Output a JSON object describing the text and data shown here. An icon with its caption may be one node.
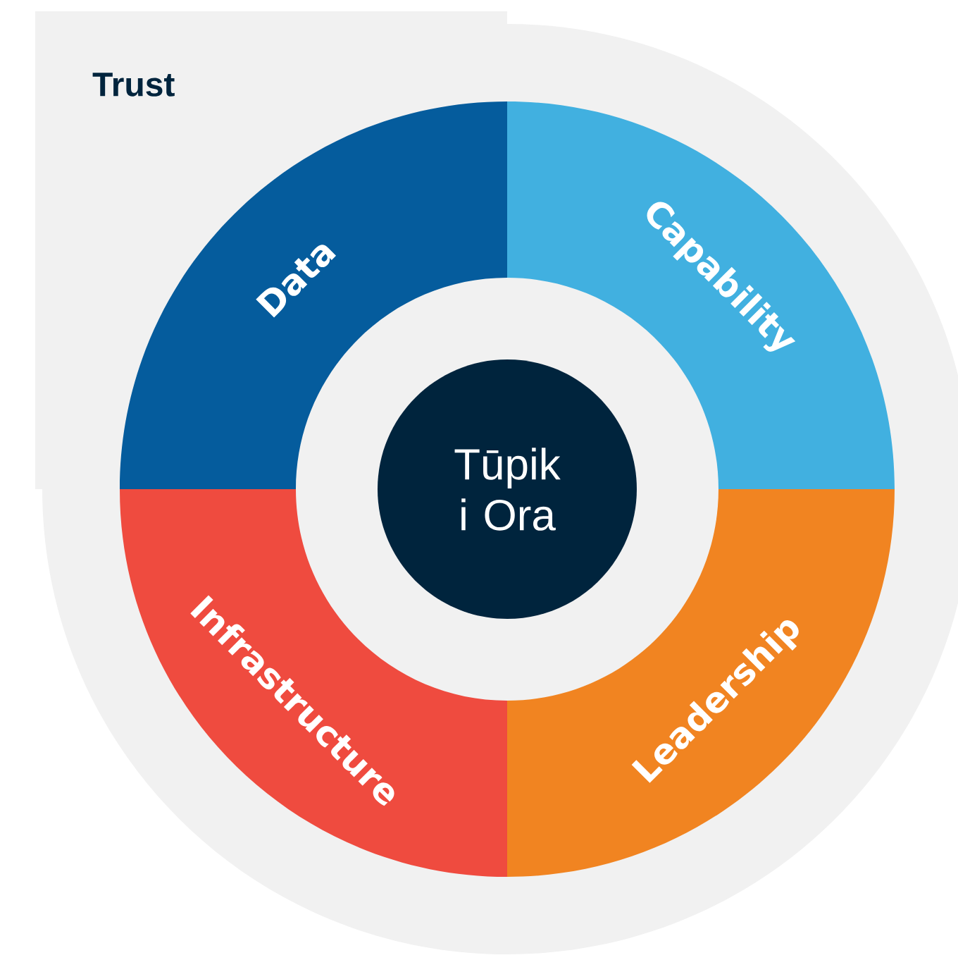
{
  "diagram": {
    "nodes": [
      {
        "text": [
          "Trust"
        ]
      },
      {
        "text": [
          "Data"
        ],
        "in": 0
      },
      {
        "text": [
          "Capability"
        ],
        "in": 0
      },
      {
        "text": [
          "Infrastructure"
        ],
        "in": 0
      },
      {
        "text": [
          "Leadership"
        ],
        "in": 0
      },
      {
        "text": [
          "Tūpik i Ora"
        ],
        "in": 0
      }
    ]
  }
}
